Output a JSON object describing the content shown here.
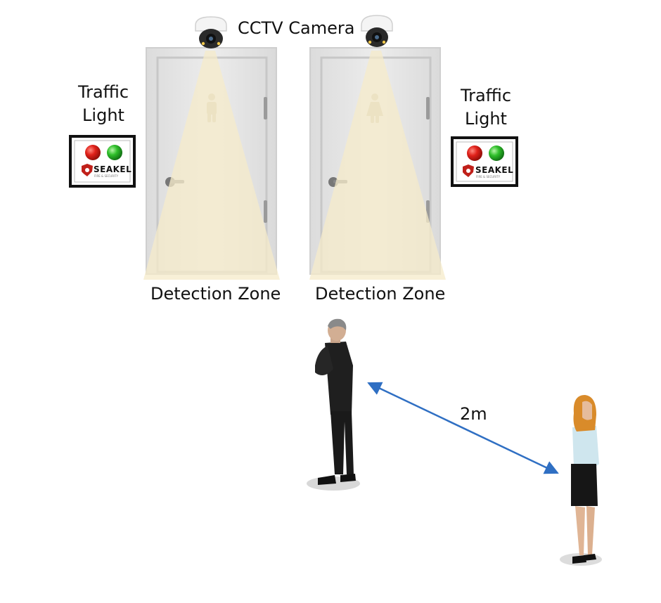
{
  "labels": {
    "camera": "CCTV Camera",
    "traffic_light_line1": "Traffic",
    "traffic_light_line2": "Light",
    "detection_zone": "Detection Zone",
    "distance": "2m",
    "brand": "SEAKEL",
    "brand_sub": "FIRE & SECURITY"
  },
  "icons": {
    "camera": "dome-camera-icon",
    "restroom_male": "male-restroom-icon",
    "restroom_female": "female-restroom-icon",
    "shield": "shield-logo-icon"
  },
  "colors": {
    "red_light": "#e0211a",
    "green_light": "#2fbf2a",
    "beam": "#f6ebc9",
    "door": "#e4e4e4",
    "arrow": "#2f6fc3"
  }
}
